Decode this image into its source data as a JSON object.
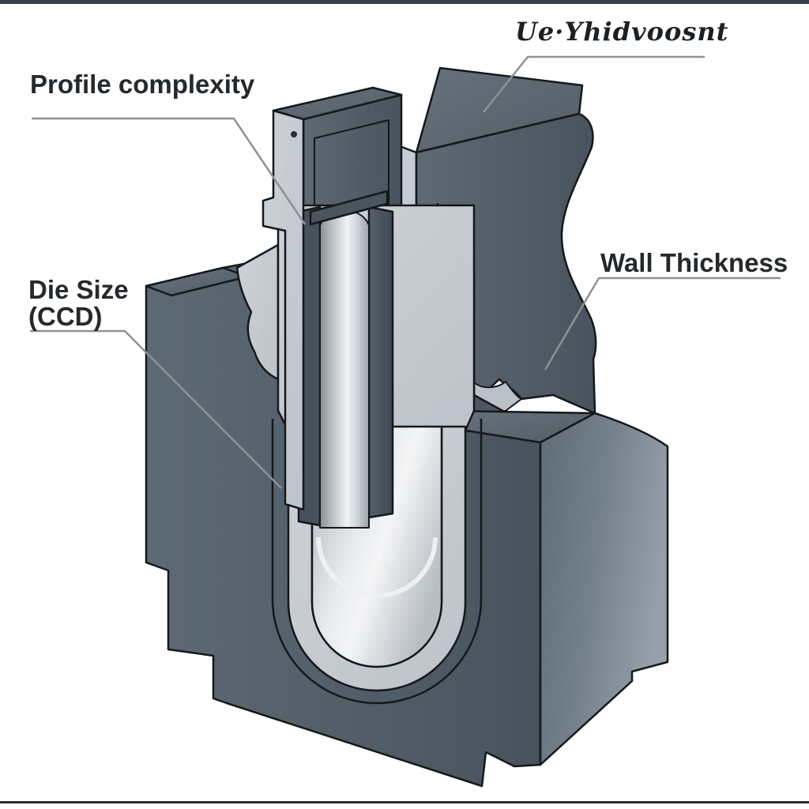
{
  "diagram": {
    "description": "Isometric CAD cutaway of an aluminum extrusion die block with annotations",
    "labels": {
      "top_garbled": "Ue·Yhidvoosnt",
      "profile_complexity": "Profile complexity",
      "die_size_line1": "Die Size",
      "die_size_line2": "(CCD)",
      "wall_thickness": "Wall Thickness"
    },
    "colors": {
      "background": "#ffffff",
      "dark_steel_face": "#525e6a",
      "steel_side_face": "#8894a0",
      "steel_top_face": "#5d6974",
      "cut_section_face": "#c9cdd2",
      "metal_highlight": "#f1f3f4",
      "outline": "#15181b",
      "leader_line": "#8e9296",
      "label_text": "#26292c",
      "border_bar": "#3a3f45"
    }
  }
}
